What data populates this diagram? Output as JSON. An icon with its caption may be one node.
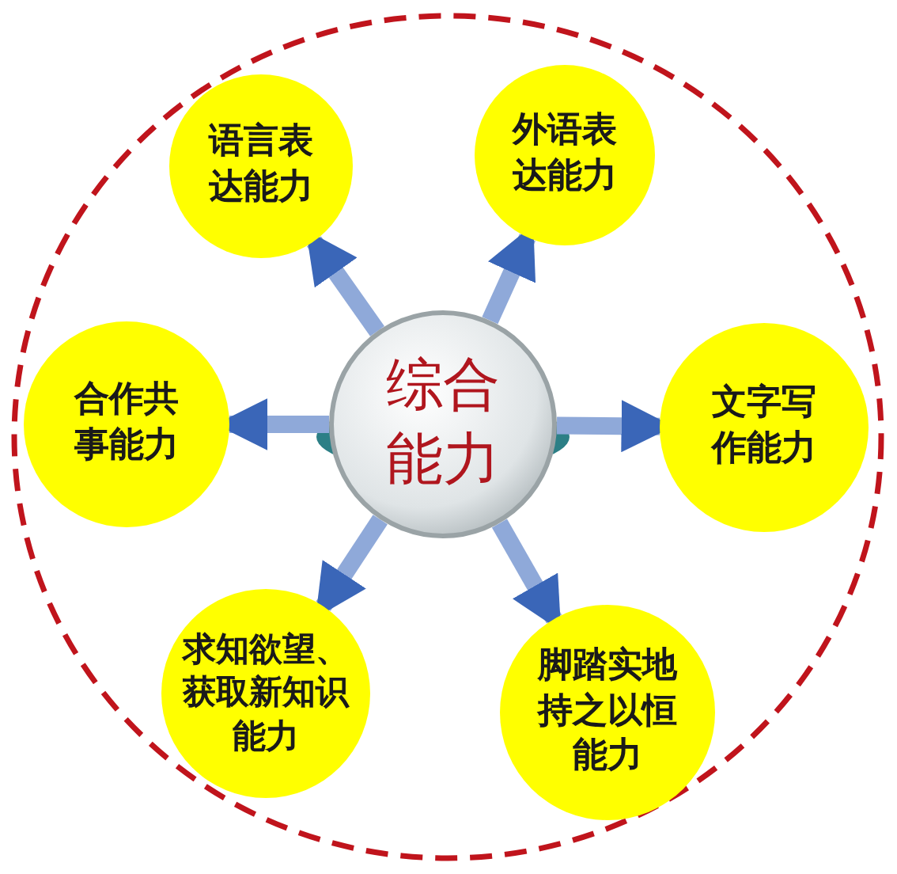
{
  "diagram": {
    "nodes": [
      {
        "text": [
          "综合能力"
        ]
      },
      {
        "text": [
          "语言表达能力"
        ]
      },
      {
        "text": [
          "外语表达能力"
        ]
      },
      {
        "text": [
          "合作共事能力"
        ]
      },
      {
        "text": [
          "文字写作能力"
        ]
      },
      {
        "text": [
          "求知欲望、获取新知识能力"
        ]
      },
      {
        "text": [
          "脚踏实地持之以恒能力"
        ]
      }
    ],
    "edges": [
      {
        "from": 0,
        "to": 1,
        "arrow": "to"
      },
      {
        "from": 0,
        "to": 2,
        "arrow": "to"
      },
      {
        "from": 0,
        "to": 3,
        "arrow": "to"
      },
      {
        "from": 0,
        "to": 4,
        "arrow": "to"
      },
      {
        "from": 0,
        "to": 5,
        "arrow": "to"
      },
      {
        "from": 0,
        "to": 6,
        "arrow": "to"
      }
    ]
  }
}
